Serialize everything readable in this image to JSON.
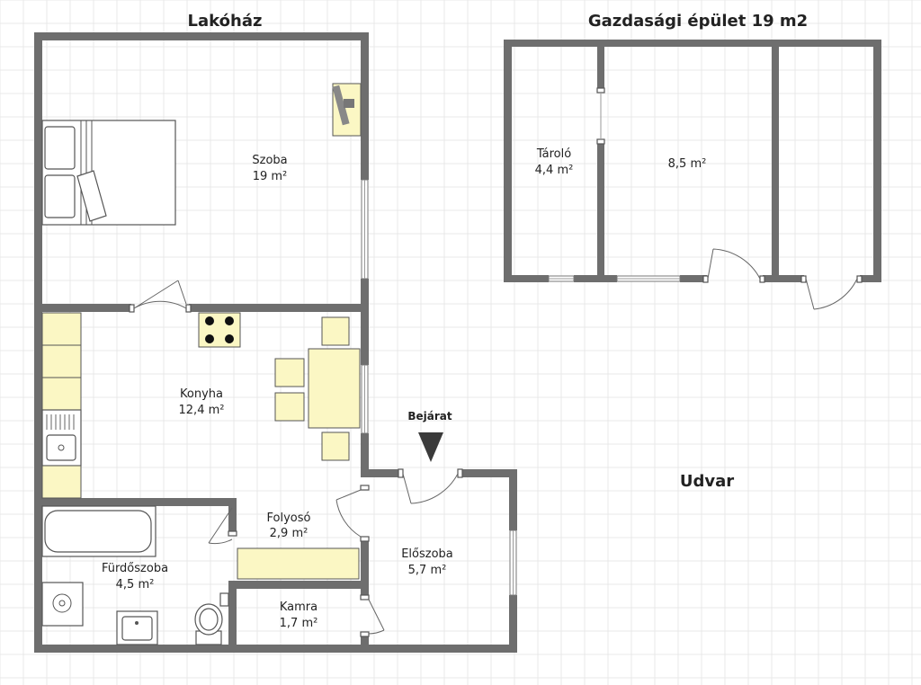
{
  "titles": {
    "house": "Lakóház",
    "outbuilding": "Gazdasági épület 19 m2",
    "yard": "Udvar",
    "entrance": "Bejárat"
  },
  "rooms": {
    "szoba": {
      "name": "Szoba",
      "area": "19 m²"
    },
    "konyha": {
      "name": "Konyha",
      "area": "12,4 m²"
    },
    "folyoso": {
      "name": "Folyosó",
      "area": "2,9 m²"
    },
    "furdoszoba": {
      "name": "Fürdőszoba",
      "area": "4,5 m²"
    },
    "eloszoba": {
      "name": "Előszoba",
      "area": "5,7 m²"
    },
    "kamra": {
      "name": "Kamra",
      "area": "1,7 m²"
    },
    "tarolo": {
      "name": "Tároló",
      "area": "4,4 m²"
    },
    "storage2": {
      "area": "8,5 m²"
    }
  },
  "colors": {
    "wall": "#6e6e6e",
    "grid": "#e9e9e9",
    "furniture": "#fbf7c4",
    "entrance_marker": "#3a3a3a"
  },
  "icons": [
    "bed-icon",
    "desk-icon",
    "stove-icon",
    "table-icon",
    "sink-icon",
    "bathtub-icon",
    "toilet-icon",
    "washbasin-icon",
    "washing-machine-icon",
    "entrance-arrow-icon"
  ]
}
